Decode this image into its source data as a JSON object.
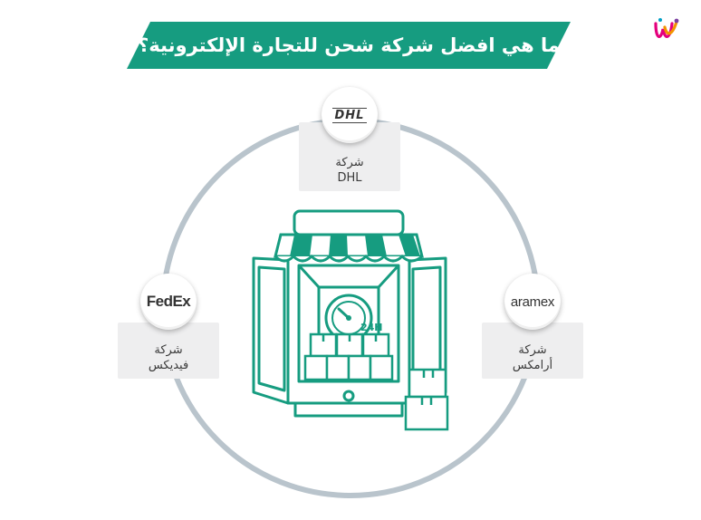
{
  "title": "ما هي افضل شركة شحن للتجارة الإلكترونية؟",
  "colors": {
    "accent": "#169c80",
    "circle": "#b9c4cc",
    "card_bg": "#eeeeef"
  },
  "companies": {
    "dhl": {
      "logo_text": "DHL",
      "label_line1": "شركة",
      "label_line2": "DHL"
    },
    "fedex": {
      "logo_text": "FedEx",
      "label_line1": "شركة",
      "label_line2": "فيديكس"
    },
    "aramex": {
      "logo_text": "aramex",
      "label_line1": "شركة",
      "label_line2": "أرامكس"
    }
  },
  "truck": {
    "clock_text": "24H"
  },
  "icons": [
    "brand-logo-icon",
    "store-truck-icon",
    "clock-24h-icon",
    "box-icon"
  ]
}
